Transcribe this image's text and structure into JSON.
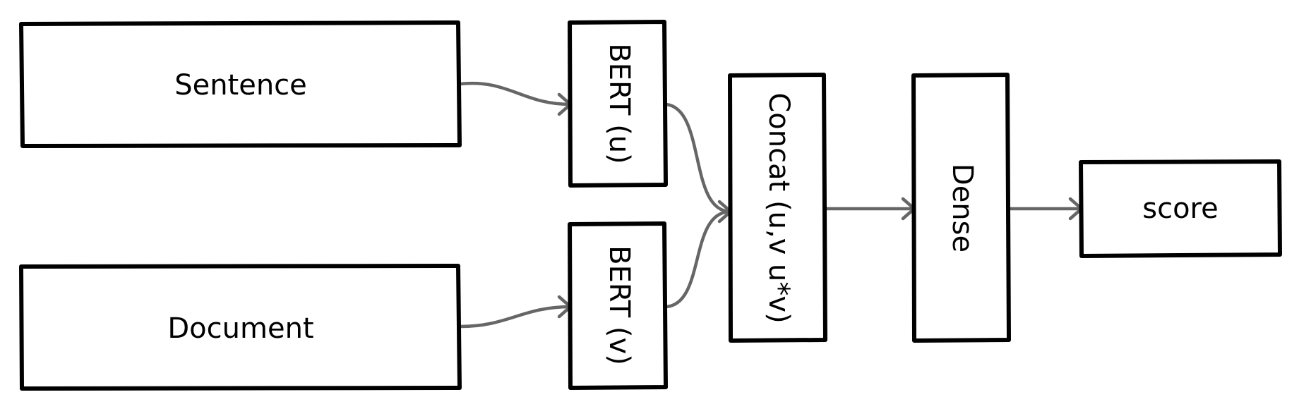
{
  "nodes": {
    "sentence": "Sentence",
    "document": "Document",
    "bert_u": "BERT (u)",
    "bert_v": "BERT (v)",
    "concat": "Concat (u,v u*v)",
    "dense": "Dense",
    "score": "score"
  },
  "colors": {
    "box_stroke": "#000000",
    "connector": "#666666",
    "background": "#ffffff"
  }
}
